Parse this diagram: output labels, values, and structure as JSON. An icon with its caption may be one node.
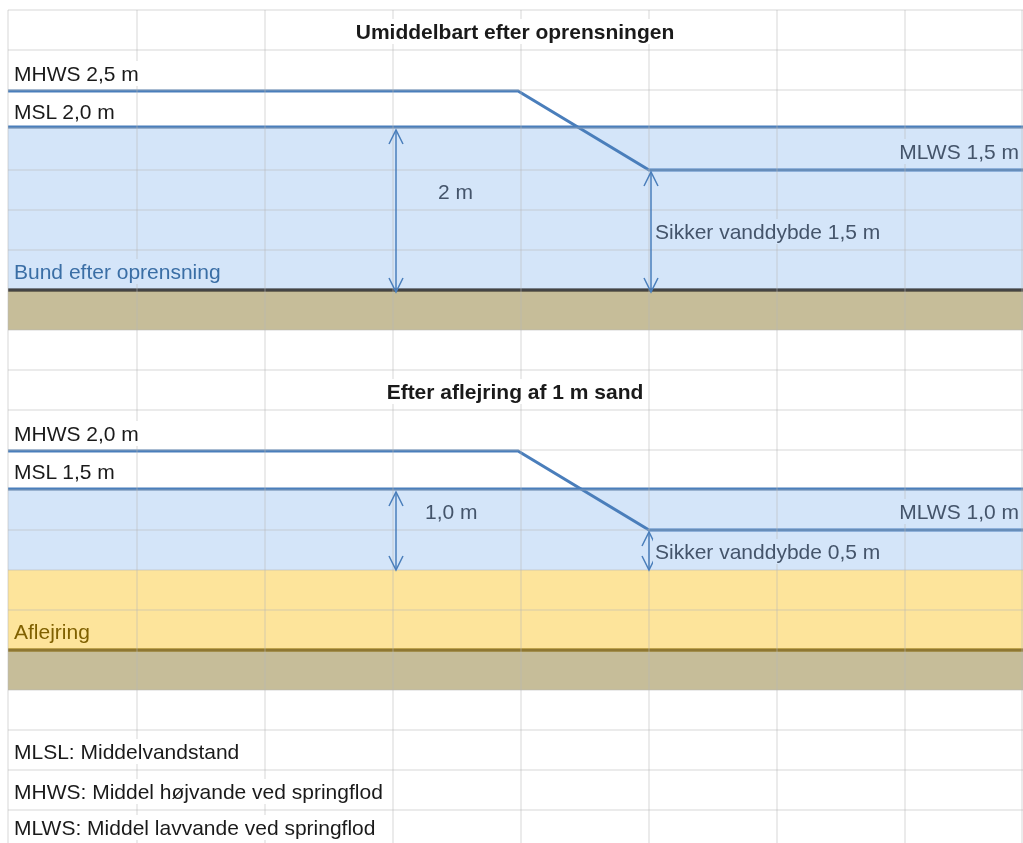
{
  "diagram": {
    "labels": [
      "Umiddelbart efter oprensningen",
      "MHWS 2,5 m",
      "MSL 2,0 m",
      "MLWS 1,5 m",
      "2 m",
      "Sikker vanddybde 1,5 m",
      "Bund efter oprensning",
      "Efter aflejring af 1 m sand",
      "MHWS 2,0 m",
      "MSL 1,5 m",
      "1,0 m",
      "MLWS 1,0 m",
      "Sikker vanddybde 0,5 m",
      "Aflejring",
      "MLSL: Middelvandstand",
      "MHWS: Middel højvande ved springflod",
      "MLWS: Middel lavvande ved springflod"
    ]
  }
}
